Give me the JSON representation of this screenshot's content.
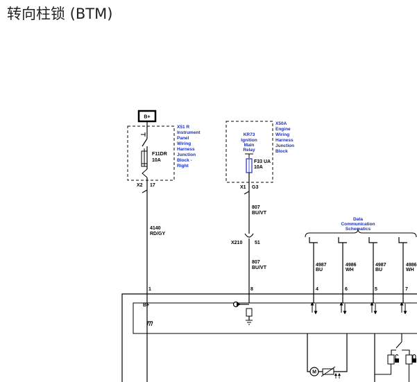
{
  "title": "转向柱锁 (BTM)",
  "power": {
    "label": "B+"
  },
  "x51r": {
    "name": "X51 R",
    "desc": [
      "Instrument",
      "Panel",
      "Wiring",
      "Harness",
      "Junction",
      "Block -",
      "Right"
    ],
    "fuse_name": "F11DR",
    "fuse_rating": "10A",
    "connector": "X2",
    "pin": "17"
  },
  "x50a": {
    "name": "X50A",
    "desc": [
      "Engine",
      "Wiring",
      "Harness",
      "Junction",
      "Block"
    ],
    "relay": [
      "KR73",
      "Ignition",
      "Main",
      "Relay"
    ],
    "fuse_name": "F33 UA",
    "fuse_rating": "10A",
    "connector": "X1",
    "pin": "G3"
  },
  "wires": {
    "w4140": {
      "circuit": "4140",
      "color": "RD/GY"
    },
    "w807_top": {
      "circuit": "807",
      "color": "BU/VT"
    },
    "w807_bottom": {
      "circuit": "807",
      "color": "BU/VT"
    }
  },
  "x210": {
    "name": "X210",
    "pin": "51"
  },
  "data_comm": {
    "lines": [
      "Data",
      "Communication",
      "Schematics"
    ]
  },
  "data_wires": [
    {
      "circuit": "4987",
      "color": "BU"
    },
    {
      "circuit": "4986",
      "color": "WH"
    },
    {
      "circuit": "4987",
      "color": "BU"
    },
    {
      "circuit": "4986",
      "color": "WH"
    }
  ],
  "module_pins": [
    "1",
    "8",
    "4",
    "6",
    "5",
    "7"
  ],
  "module": {
    "b_plus": "B+",
    "motor": "M"
  }
}
